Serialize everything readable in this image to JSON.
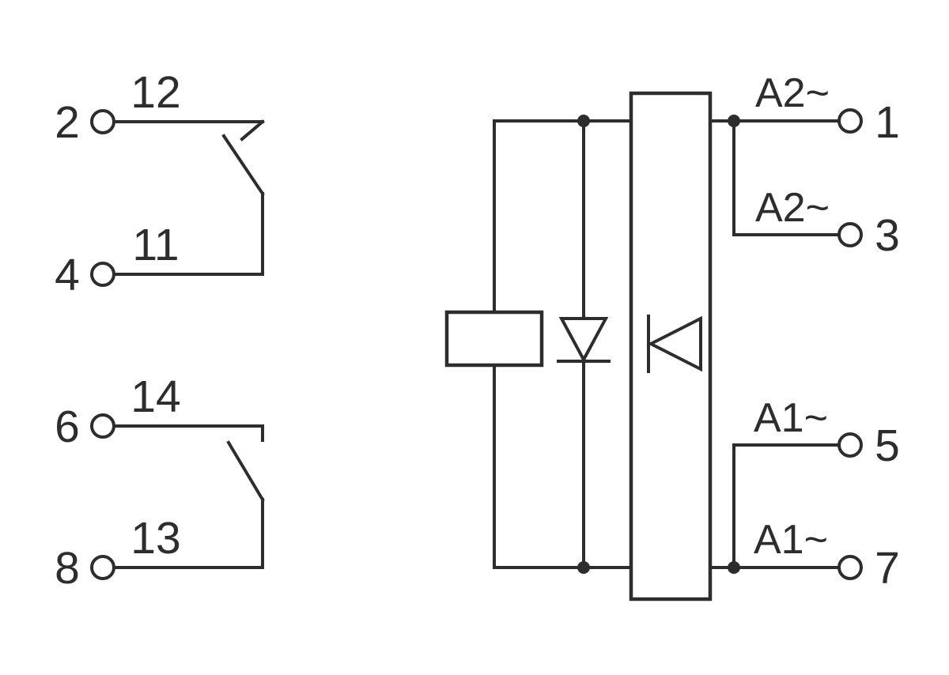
{
  "diagram": {
    "type": "schematic",
    "description": "Relay module wiring diagram: two changeover contacts (left) and AC input circuit with coil, diode and triac output block (right)",
    "colors": {
      "line": "#2d2d2d",
      "background": "#ffffff"
    },
    "contact_groups": [
      {
        "terminal_top": "2",
        "wire_top": "12",
        "terminal_bottom": "4",
        "wire_bottom": "11",
        "state": "closed"
      },
      {
        "terminal_top": "6",
        "wire_top": "14",
        "terminal_bottom": "8",
        "wire_bottom": "13",
        "state": "open"
      }
    ],
    "input_terminals": [
      {
        "wire": "A2~",
        "terminal": "1"
      },
      {
        "wire": "A2~",
        "terminal": "3"
      },
      {
        "wire": "A1~",
        "terminal": "5"
      },
      {
        "wire": "A1~",
        "terminal": "7"
      }
    ],
    "symbols": [
      "relay-coil-symbol",
      "diode-symbol",
      "triac-symbol",
      "output-block"
    ]
  }
}
